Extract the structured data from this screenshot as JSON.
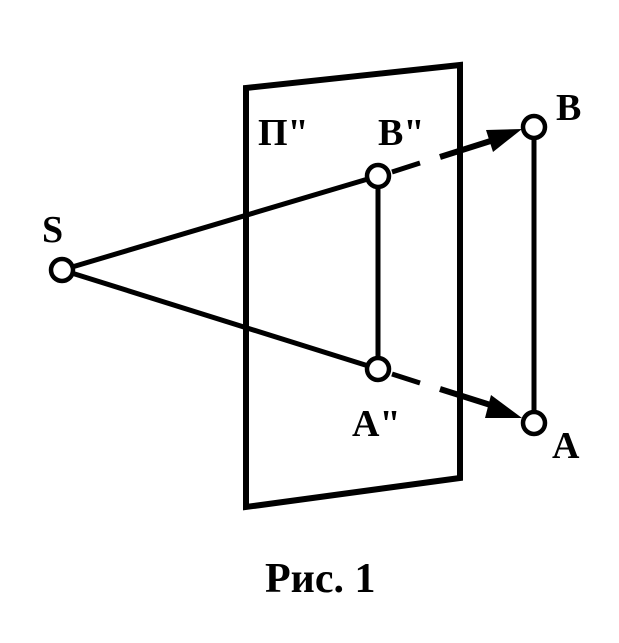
{
  "labels": {
    "plane": "П\"",
    "source": "S",
    "point_b": "B",
    "point_a": "A",
    "projection_b": "B\"",
    "projection_a": "A\""
  },
  "caption": "Рис. 1",
  "colors": {
    "ink": "#000000",
    "background": "#ffffff"
  }
}
